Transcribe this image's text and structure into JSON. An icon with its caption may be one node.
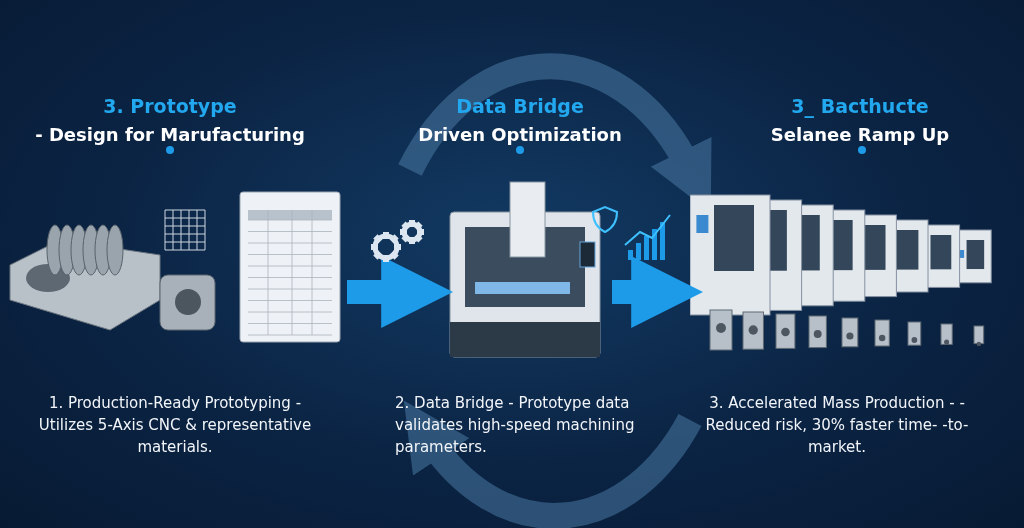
{
  "diagram": {
    "nodes": [
      {
        "text": [],
        "shape": "picture"
      },
      {
        "text": [],
        "shape": "picture"
      },
      {
        "text": [],
        "shape": "picture"
      }
    ],
    "edges": [
      {
        "from": 0,
        "to": 1,
        "arrow": "to"
      },
      {
        "from": 1,
        "to": 2,
        "arrow": "to"
      }
    ],
    "labels": [
      "3. Prototype",
      "- Design for Marufacturing",
      "Data Bridge",
      "Driven Optimization",
      "3_ Bacthucte",
      "Selanee Ramp Up",
      "1. Production-Ready Prototyping - Utilizes 5-Axis CNC & representative materials.",
      "2. Data Bridge - Prototype data validates high-speed machining parameters.",
      "3. Accelerated Mass Production - - Reduced risk, 30% faster time- -to-market."
    ]
  }
}
